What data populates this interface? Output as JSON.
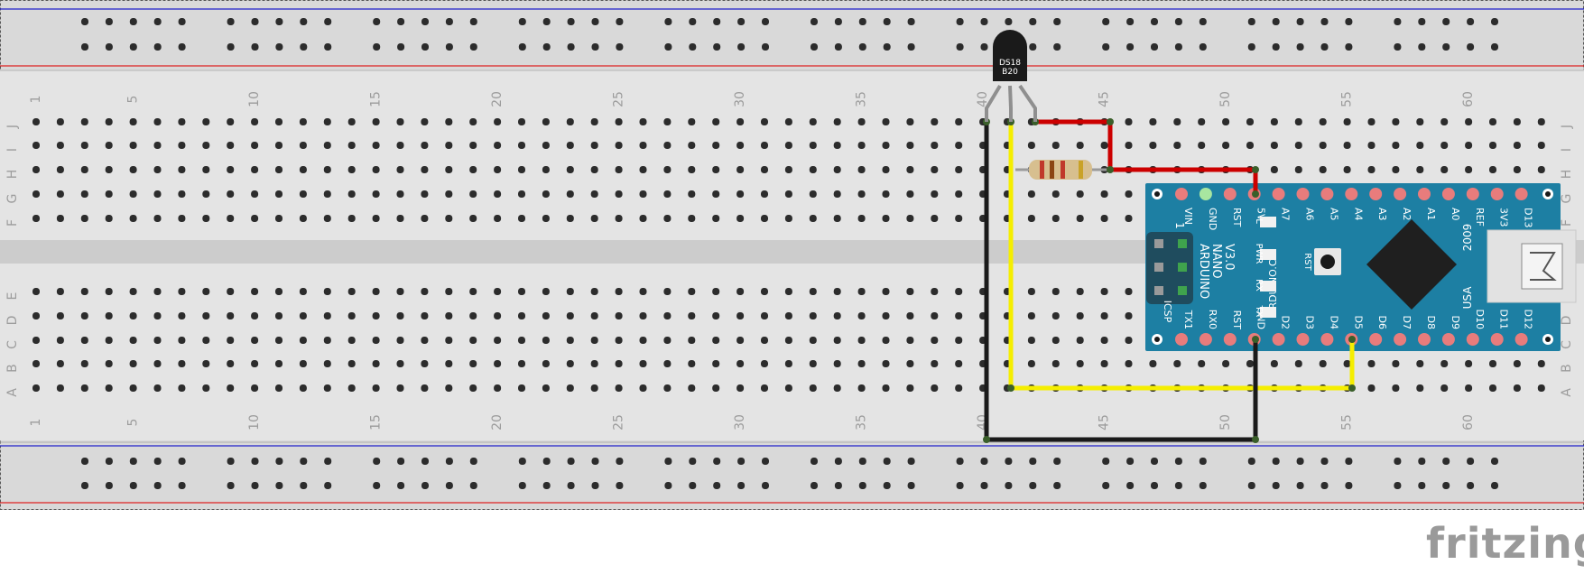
{
  "breadboard": {
    "column_count": 63,
    "column_numbers_top": [
      "1",
      "5",
      "10",
      "15",
      "20",
      "25",
      "30",
      "35",
      "40",
      "45",
      "50",
      "55",
      "60"
    ],
    "column_numbers_bottom": [
      "1",
      "5",
      "10",
      "15",
      "20",
      "25",
      "30",
      "35",
      "40",
      "45",
      "50",
      "55",
      "60"
    ],
    "row_letters_upper": [
      "J",
      "I",
      "H",
      "G",
      "F"
    ],
    "row_letters_lower": [
      "E",
      "D",
      "C",
      "B",
      "A"
    ]
  },
  "sensor": {
    "label_line1": "DS18",
    "label_line2": "B20"
  },
  "arduino": {
    "top_pins": [
      "VIN",
      "GND",
      "RST",
      "5V",
      "A7",
      "A6",
      "A5",
      "A4",
      "A3",
      "A2",
      "A1",
      "A0",
      "REF",
      "3V3",
      "D13"
    ],
    "bottom_pins": [
      "TX1",
      "RX0",
      "RST",
      "GND",
      "D2",
      "D3",
      "D4",
      "D5",
      "D6",
      "D7",
      "D8",
      "D9",
      "D10",
      "D11",
      "D12"
    ],
    "board_name": [
      "ARDUINO",
      "NANO",
      "V3.0"
    ],
    "website": "ARDUINO.CC",
    "icsp_label": "ICSP",
    "icsp_pin1": "1",
    "led_labels": [
      "L",
      "PWR",
      "RX",
      "TX"
    ],
    "reset_label": "RST",
    "year": "2009",
    "country": "USA"
  },
  "colors": {
    "board": "#d9d9d9",
    "rail_red": "#dd2222",
    "rail_blue": "#2222cc",
    "wire_red": "#cc0000",
    "wire_yellow": "#f5ee00",
    "wire_black": "#1a1a1a",
    "nano": "#1d7fa3",
    "pin": "#e87c7c"
  },
  "brand": {
    "text": "fritzing"
  }
}
